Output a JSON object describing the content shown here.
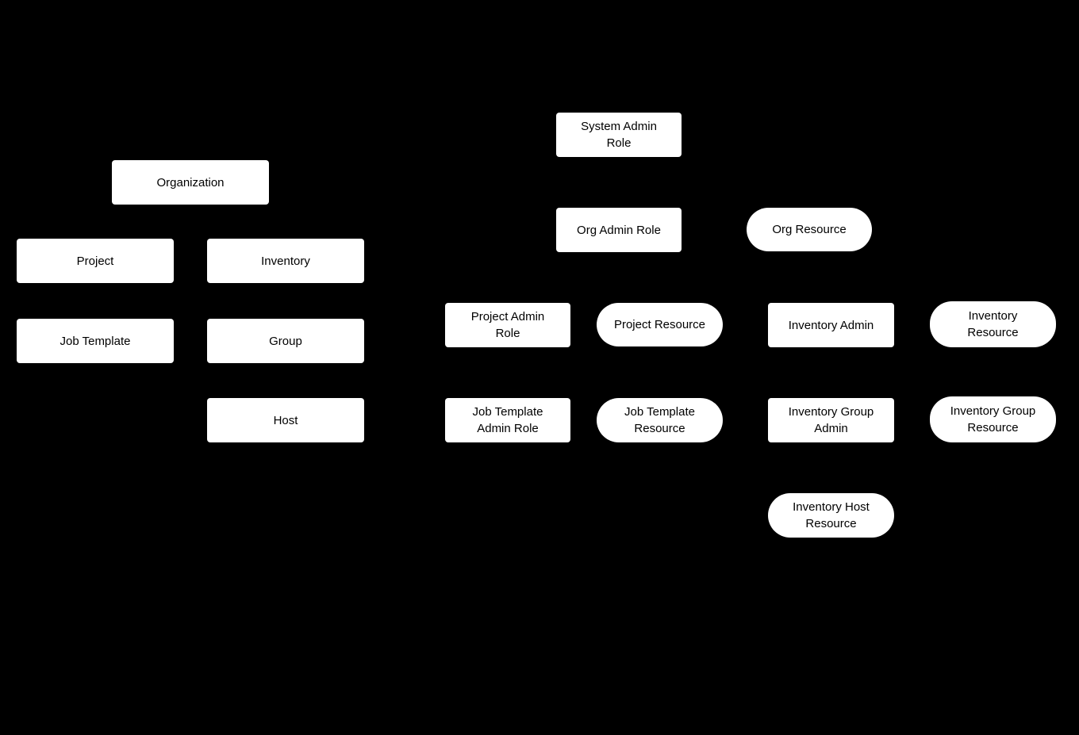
{
  "page": {
    "background": "#000000"
  },
  "diagram": {
    "node_fill": "#ffffff",
    "node_text_color": "#000000",
    "nodes": {
      "organization": {
        "label": "Organization",
        "shape": "rect"
      },
      "project": {
        "label": "Project",
        "shape": "rect"
      },
      "inventory": {
        "label": "Inventory",
        "shape": "rect"
      },
      "job_template": {
        "label": "Job Template",
        "shape": "rect"
      },
      "group": {
        "label": "Group",
        "shape": "rect"
      },
      "host": {
        "label": "Host",
        "shape": "rect"
      },
      "system_admin_role": {
        "label": "System Admin\nRole",
        "shape": "rect"
      },
      "org_admin_role": {
        "label": "Org Admin Role",
        "shape": "rect"
      },
      "org_resource": {
        "label": "Org Resource",
        "shape": "stadium"
      },
      "project_admin_role": {
        "label": "Project Admin\nRole",
        "shape": "rect"
      },
      "project_resource": {
        "label": "Project Resource",
        "shape": "stadium"
      },
      "inventory_admin": {
        "label": "Inventory Admin",
        "shape": "rect"
      },
      "inventory_resource": {
        "label": "Inventory\nResource",
        "shape": "stadium"
      },
      "job_template_admin_role": {
        "label": "Job Template\nAdmin Role",
        "shape": "rect"
      },
      "job_template_resource": {
        "label": "Job Template\nResource",
        "shape": "stadium"
      },
      "inventory_group_admin": {
        "label": "Inventory Group\nAdmin",
        "shape": "rect"
      },
      "inventory_group_resource": {
        "label": "Inventory Group\nResource",
        "shape": "stadium"
      },
      "inventory_host_resource": {
        "label": "Inventory Host\nResource",
        "shape": "stadium"
      }
    }
  }
}
